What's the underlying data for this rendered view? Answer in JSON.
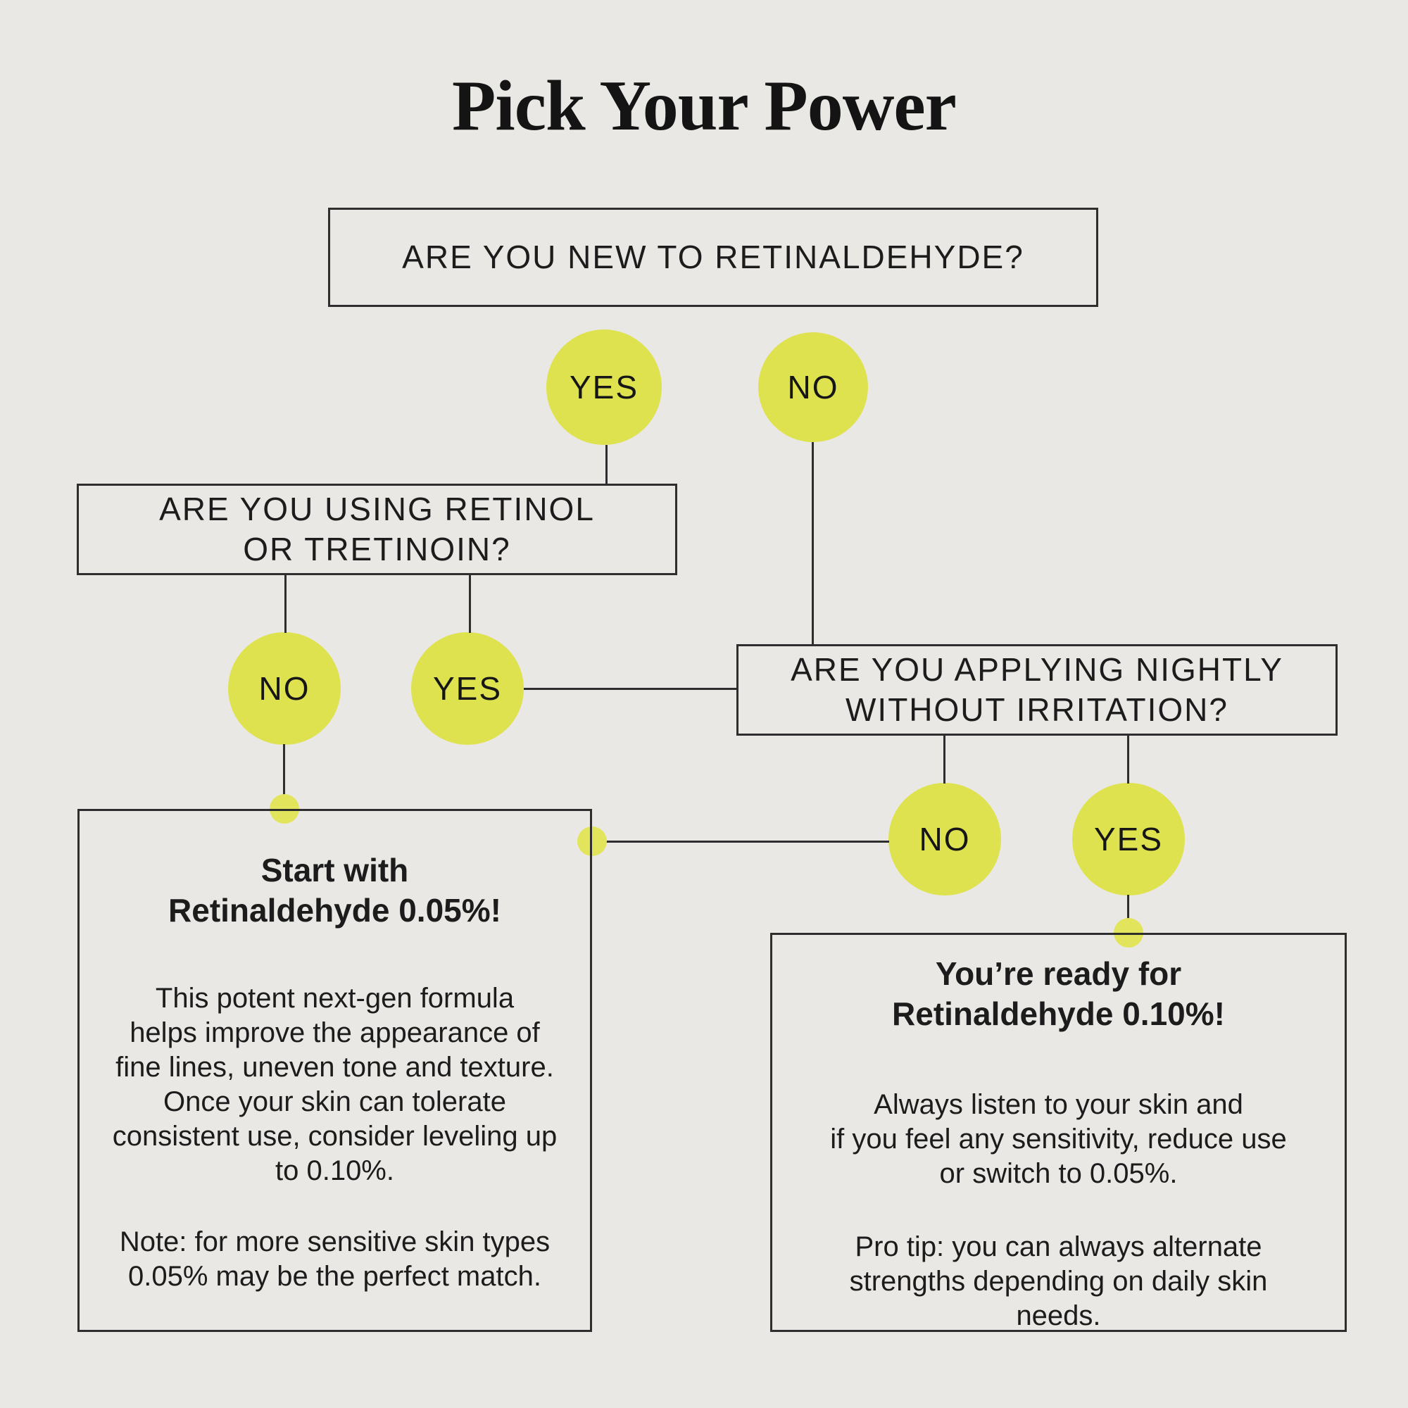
{
  "title": "Pick Your Power",
  "colors": {
    "background": "#e9e8e4",
    "accent": "#dee24e",
    "dot": "#e2e55c",
    "line": "#2e2e2e",
    "text": "#1c1c1c"
  },
  "flowchart": {
    "q1": {
      "question": "ARE YOU NEW TO RETINALDEHYDE?",
      "yes_label": "YES",
      "no_label": "NO"
    },
    "q2": {
      "question": [
        "ARE YOU USING RETINOL",
        "OR TRETINOIN?"
      ],
      "no_label": "NO",
      "yes_label": "YES"
    },
    "q3": {
      "question": [
        "ARE YOU APPLYING NIGHTLY",
        "WITHOUT IRRITATION?"
      ],
      "no_label": "NO",
      "yes_label": "YES"
    },
    "result_low": {
      "heading": [
        "Start with",
        "Retinaldehyde 0.05%!"
      ],
      "body": [
        "This potent next-gen formula",
        "helps improve the appearance of",
        "fine lines, uneven tone and texture.",
        "Once your skin can tolerate",
        "consistent use, consider leveling up",
        "to 0.10%."
      ],
      "note": [
        "Note: for more sensitive skin types",
        "0.05% may be the perfect match."
      ]
    },
    "result_high": {
      "heading": [
        "You’re ready for",
        "Retinaldehyde 0.10%!"
      ],
      "body": [
        "Always listen to your skin and",
        "if you feel any sensitivity, reduce use",
        "or switch to 0.05%."
      ],
      "tip": [
        "Pro tip: you can always alternate",
        "strengths depending on daily skin",
        "needs."
      ]
    }
  }
}
